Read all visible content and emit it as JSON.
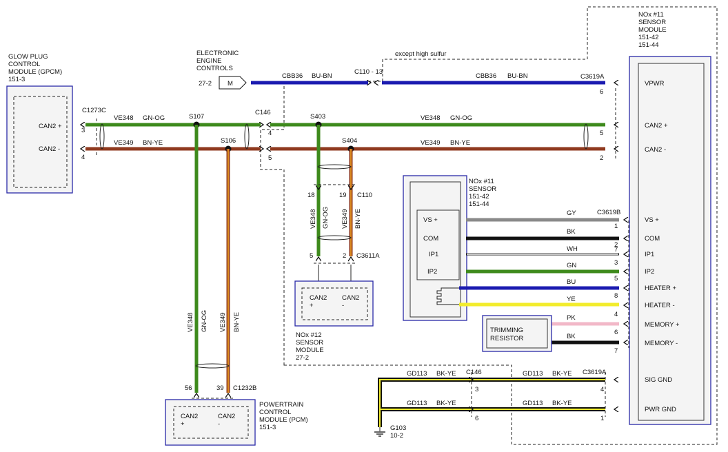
{
  "colors": {
    "green": "#3e8a1c",
    "brown": "#8f3a1f",
    "blue": "#1b1bb0",
    "orange": "#f0a020",
    "gray": "#8a8a8a",
    "black": "#111111",
    "white": "#ffffff",
    "yellow": "#f2ec2c",
    "pink": "#f2b8c8",
    "module_border": "#2a2aa8"
  },
  "modules": {
    "gpcm": {
      "name_lines": [
        "GLOW PLUG",
        "CONTROL",
        "MODULE (GPCM)"
      ],
      "ref": "151-3",
      "pin_labels": [
        "CAN2 +",
        "CAN2 -"
      ]
    },
    "eec": {
      "name_lines": [
        "ELECTRONIC",
        "ENGINE",
        "CONTROLS"
      ],
      "ref": "27-2",
      "symbol": "M"
    },
    "nox11_module": {
      "name_lines": [
        "NOx #11",
        "SENSOR",
        "MODULE",
        "151-42",
        "151-44"
      ],
      "pins": [
        "VPWR",
        "CAN2 +",
        "CAN2 -",
        "VS +",
        "COM",
        "IP1",
        "IP2",
        "HEATER +",
        "HEATER -",
        "MEMORY +",
        "MEMORY -",
        "SIG GND",
        "PWR GND"
      ]
    },
    "nox11_sensor": {
      "name_lines": [
        "NOx #11",
        "SENSOR",
        "151-42",
        "151-44"
      ],
      "pins": [
        "VS +",
        "COM",
        "IP1",
        "IP2"
      ]
    },
    "nox12_module": {
      "name_lines": [
        "NOx #12",
        "SENSOR",
        "MODULE",
        "27-2"
      ],
      "pins": [
        [
          "CAN2",
          "+"
        ],
        [
          "CAN2",
          "-"
        ]
      ]
    },
    "pcm": {
      "name_lines": [
        "POWERTRAIN",
        "CONTROL",
        "MODULE (PCM)",
        "151-3"
      ],
      "pins": [
        [
          "CAN2",
          "+"
        ],
        [
          "CAN2",
          "-"
        ]
      ]
    },
    "trimming_resistor": {
      "name_lines": [
        "TRIMMING",
        "RESISTOR"
      ]
    }
  },
  "note_except": "except high sulfur",
  "connectors": {
    "c1273c": "C1273C",
    "c146_top": "C146",
    "c110_13": "C110 - 13",
    "c3619a_top": "C3619A",
    "c3619b": "C3619B",
    "c110": "C110",
    "c3611a": "C3611A",
    "c1232b": "C1232B",
    "c146_bottom": "C146",
    "c3619a_bottom": "C3619A",
    "g103": "G103",
    "g103_ref": "10-2"
  },
  "splices": {
    "s107": "S107",
    "s106": "S106",
    "s403": "S403",
    "s404": "S404"
  },
  "wires": {
    "cbb36_left": [
      "CBB36",
      "BU-BN"
    ],
    "cbb36_right": [
      "CBB36",
      "BU-BN"
    ],
    "ve348_left": [
      "VE348",
      "GN-OG"
    ],
    "ve349_left": [
      "VE349",
      "BN-YE"
    ],
    "ve348_right": [
      "VE348",
      "GN-OG"
    ],
    "ve349_right": [
      "VE349",
      "BN-YE"
    ],
    "ve348_vert_pcm": [
      "VE348",
      "GN-OG"
    ],
    "ve349_vert_pcm": [
      "VE349",
      "BN-YE"
    ],
    "ve348_vert_nox12": [
      "VE348",
      "GN-OG"
    ],
    "ve349_vert_nox12": [
      "VE349",
      "BN-YE"
    ],
    "sensor_colors": [
      "GY",
      "BK",
      "WH",
      "GN",
      "BU",
      "YE",
      "PK",
      "BK"
    ],
    "gd113_top_left": [
      "GD113",
      "BK-YE"
    ],
    "gd113_top_right": [
      "GD113",
      "BK-YE"
    ],
    "gd113_bot_left": [
      "GD113",
      "BK-YE"
    ],
    "gd113_bot_right": [
      "GD113",
      "BK-YE"
    ]
  },
  "pin_numbers": {
    "gpcm": [
      "3",
      "4"
    ],
    "c146_top": [
      "4",
      "5"
    ],
    "nox11_can": [
      "6",
      "5",
      "2"
    ],
    "c3619b": [
      "1",
      "2",
      "7",
      "3",
      "5",
      "8",
      "4",
      "6",
      "7"
    ],
    "c110": [
      "18",
      "19"
    ],
    "c3611a": [
      "5",
      "2"
    ],
    "pcm": [
      "56",
      "39"
    ],
    "c146_bottom": [
      "3",
      "6"
    ],
    "c3619a_bottom": [
      "4",
      "1"
    ]
  }
}
